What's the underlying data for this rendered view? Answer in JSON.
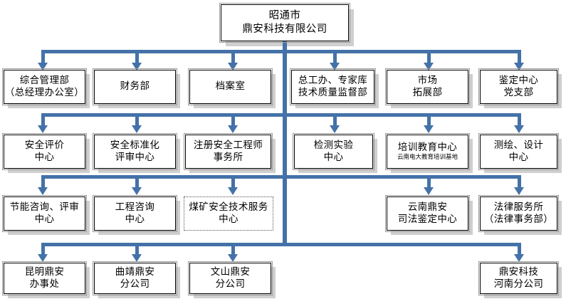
{
  "diagram": {
    "title_box": {
      "name": "company-root",
      "lines": [
        "昭通市",
        "鼎安科技有限公司"
      ]
    },
    "accent_color": "#4472a8",
    "box_border_color": "#000000",
    "shadow_color": "#cfcfcf",
    "rows": [
      {
        "row_name": "departments",
        "nodes": [
          {
            "name": "general-management-dept",
            "lines": [
              "综合管理部",
              "（总经理办公室）"
            ]
          },
          {
            "name": "finance-dept",
            "lines": [
              "财务部"
            ]
          },
          {
            "name": "archives-office",
            "lines": [
              "档案室"
            ]
          },
          {
            "name": "chief-engineer-expert-dept",
            "lines": [
              "总工办、专家库",
              "技术质量监督部"
            ]
          },
          {
            "name": "market-development-dept",
            "lines": [
              "市场",
              "拓展部"
            ]
          },
          {
            "name": "appraisal-center-party-branch",
            "lines": [
              "鉴定中心",
              "党支部"
            ]
          }
        ]
      },
      {
        "row_name": "centers-level-1",
        "nodes": [
          {
            "name": "safety-evaluation-center",
            "lines": [
              "安全评价",
              "中心"
            ]
          },
          {
            "name": "safety-standardization-review-center",
            "lines": [
              "安全标准化",
              "评审中心"
            ]
          },
          {
            "name": "registered-safety-engineer-office",
            "lines": [
              "注册安全工程师",
              "事务所"
            ]
          },
          {
            "name": "testing-laboratory-center",
            "lines": [
              "检测实验",
              "中心"
            ]
          },
          {
            "name": "training-education-center",
            "lines": [
              "培训教育中心"
            ],
            "subtitle": "云南电大教育培训基地"
          },
          {
            "name": "surveying-design-center",
            "lines": [
              "测绘、设计",
              "中心"
            ]
          }
        ]
      },
      {
        "row_name": "centers-level-2",
        "nodes": [
          {
            "name": "energy-saving-consulting-review-center",
            "lines": [
              "节能咨询、评审",
              "中心"
            ]
          },
          {
            "name": "engineering-consulting-center",
            "lines": [
              "工程咨询",
              "中心"
            ]
          },
          {
            "name": "coal-mine-safety-tech-service-center",
            "lines": [
              "煤矿安全技术服务",
              "中心"
            ],
            "style": "dotted"
          },
          {
            "name": "empty-slot",
            "lines": [],
            "style": "empty"
          },
          {
            "name": "yunnan-dingan-judicial-appraisal-center",
            "lines": [
              "云南鼎安",
              "司法鉴定中心"
            ]
          },
          {
            "name": "law-firm-legal-affairs-dept",
            "lines": [
              "法律服务所",
              "（法律事务部）"
            ]
          }
        ]
      },
      {
        "row_name": "branches",
        "nodes": [
          {
            "name": "kunming-dingan-office",
            "lines": [
              "昆明鼎安",
              "办事处"
            ]
          },
          {
            "name": "qujing-dingan-branch",
            "lines": [
              "曲靖鼎安",
              "分公司"
            ]
          },
          {
            "name": "wenshan-dingan-branch",
            "lines": [
              "文山鼎安",
              "分公司"
            ]
          },
          {
            "name": "empty-slot-2",
            "lines": [],
            "style": "empty"
          },
          {
            "name": "empty-slot-3",
            "lines": [],
            "style": "empty"
          },
          {
            "name": "dingan-tech-henan-branch",
            "lines": [
              "鼎安科技",
              "河南分公司"
            ]
          }
        ]
      }
    ]
  }
}
